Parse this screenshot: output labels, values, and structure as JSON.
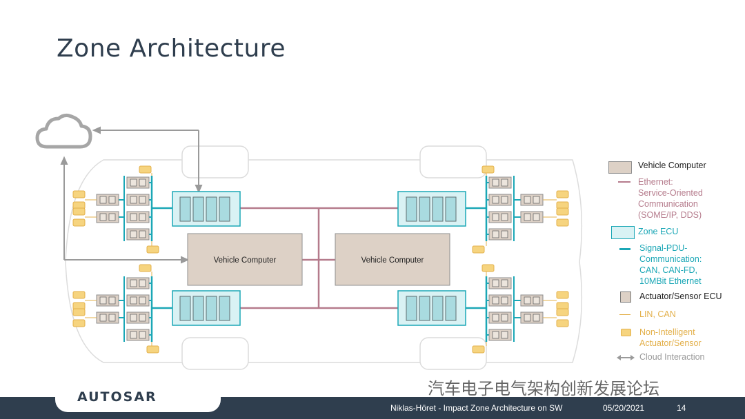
{
  "title": "Zone Architecture",
  "diagram": {
    "vehicle_computer_left": "Vehicle Computer",
    "vehicle_computer_right": "Vehicle Computer"
  },
  "legend": [
    {
      "label": "Vehicle Computer",
      "color": "#222222"
    },
    {
      "label": "Ethernet:\nService-Oriented\nCommunication\n(SOME/IP, DDS)",
      "color": "#b57b8c"
    },
    {
      "label": "Zone ECU",
      "color": "#1ba7b6"
    },
    {
      "label": "Signal-PDU-\nCommunication:\nCAN, CAN-FD,\n10MBit Ethernet",
      "color": "#1ba7b6"
    },
    {
      "label": "Actuator/Sensor ECU",
      "color": "#222222"
    },
    {
      "label": "LIN, CAN",
      "color": "#e3b04b"
    },
    {
      "label": "Non-Intelligent\nActuator/Sensor",
      "color": "#e3b04b"
    },
    {
      "label": "Cloud Interaction",
      "color": "#9a9a9a"
    }
  ],
  "footer": {
    "logo": "AUTOSAR",
    "presenter": "Niklas-Höret - Impact Zone Architecture on SW",
    "date": "05/20/2021",
    "page": "14"
  },
  "watermark": "汽车电子电气架构创新发展论坛"
}
